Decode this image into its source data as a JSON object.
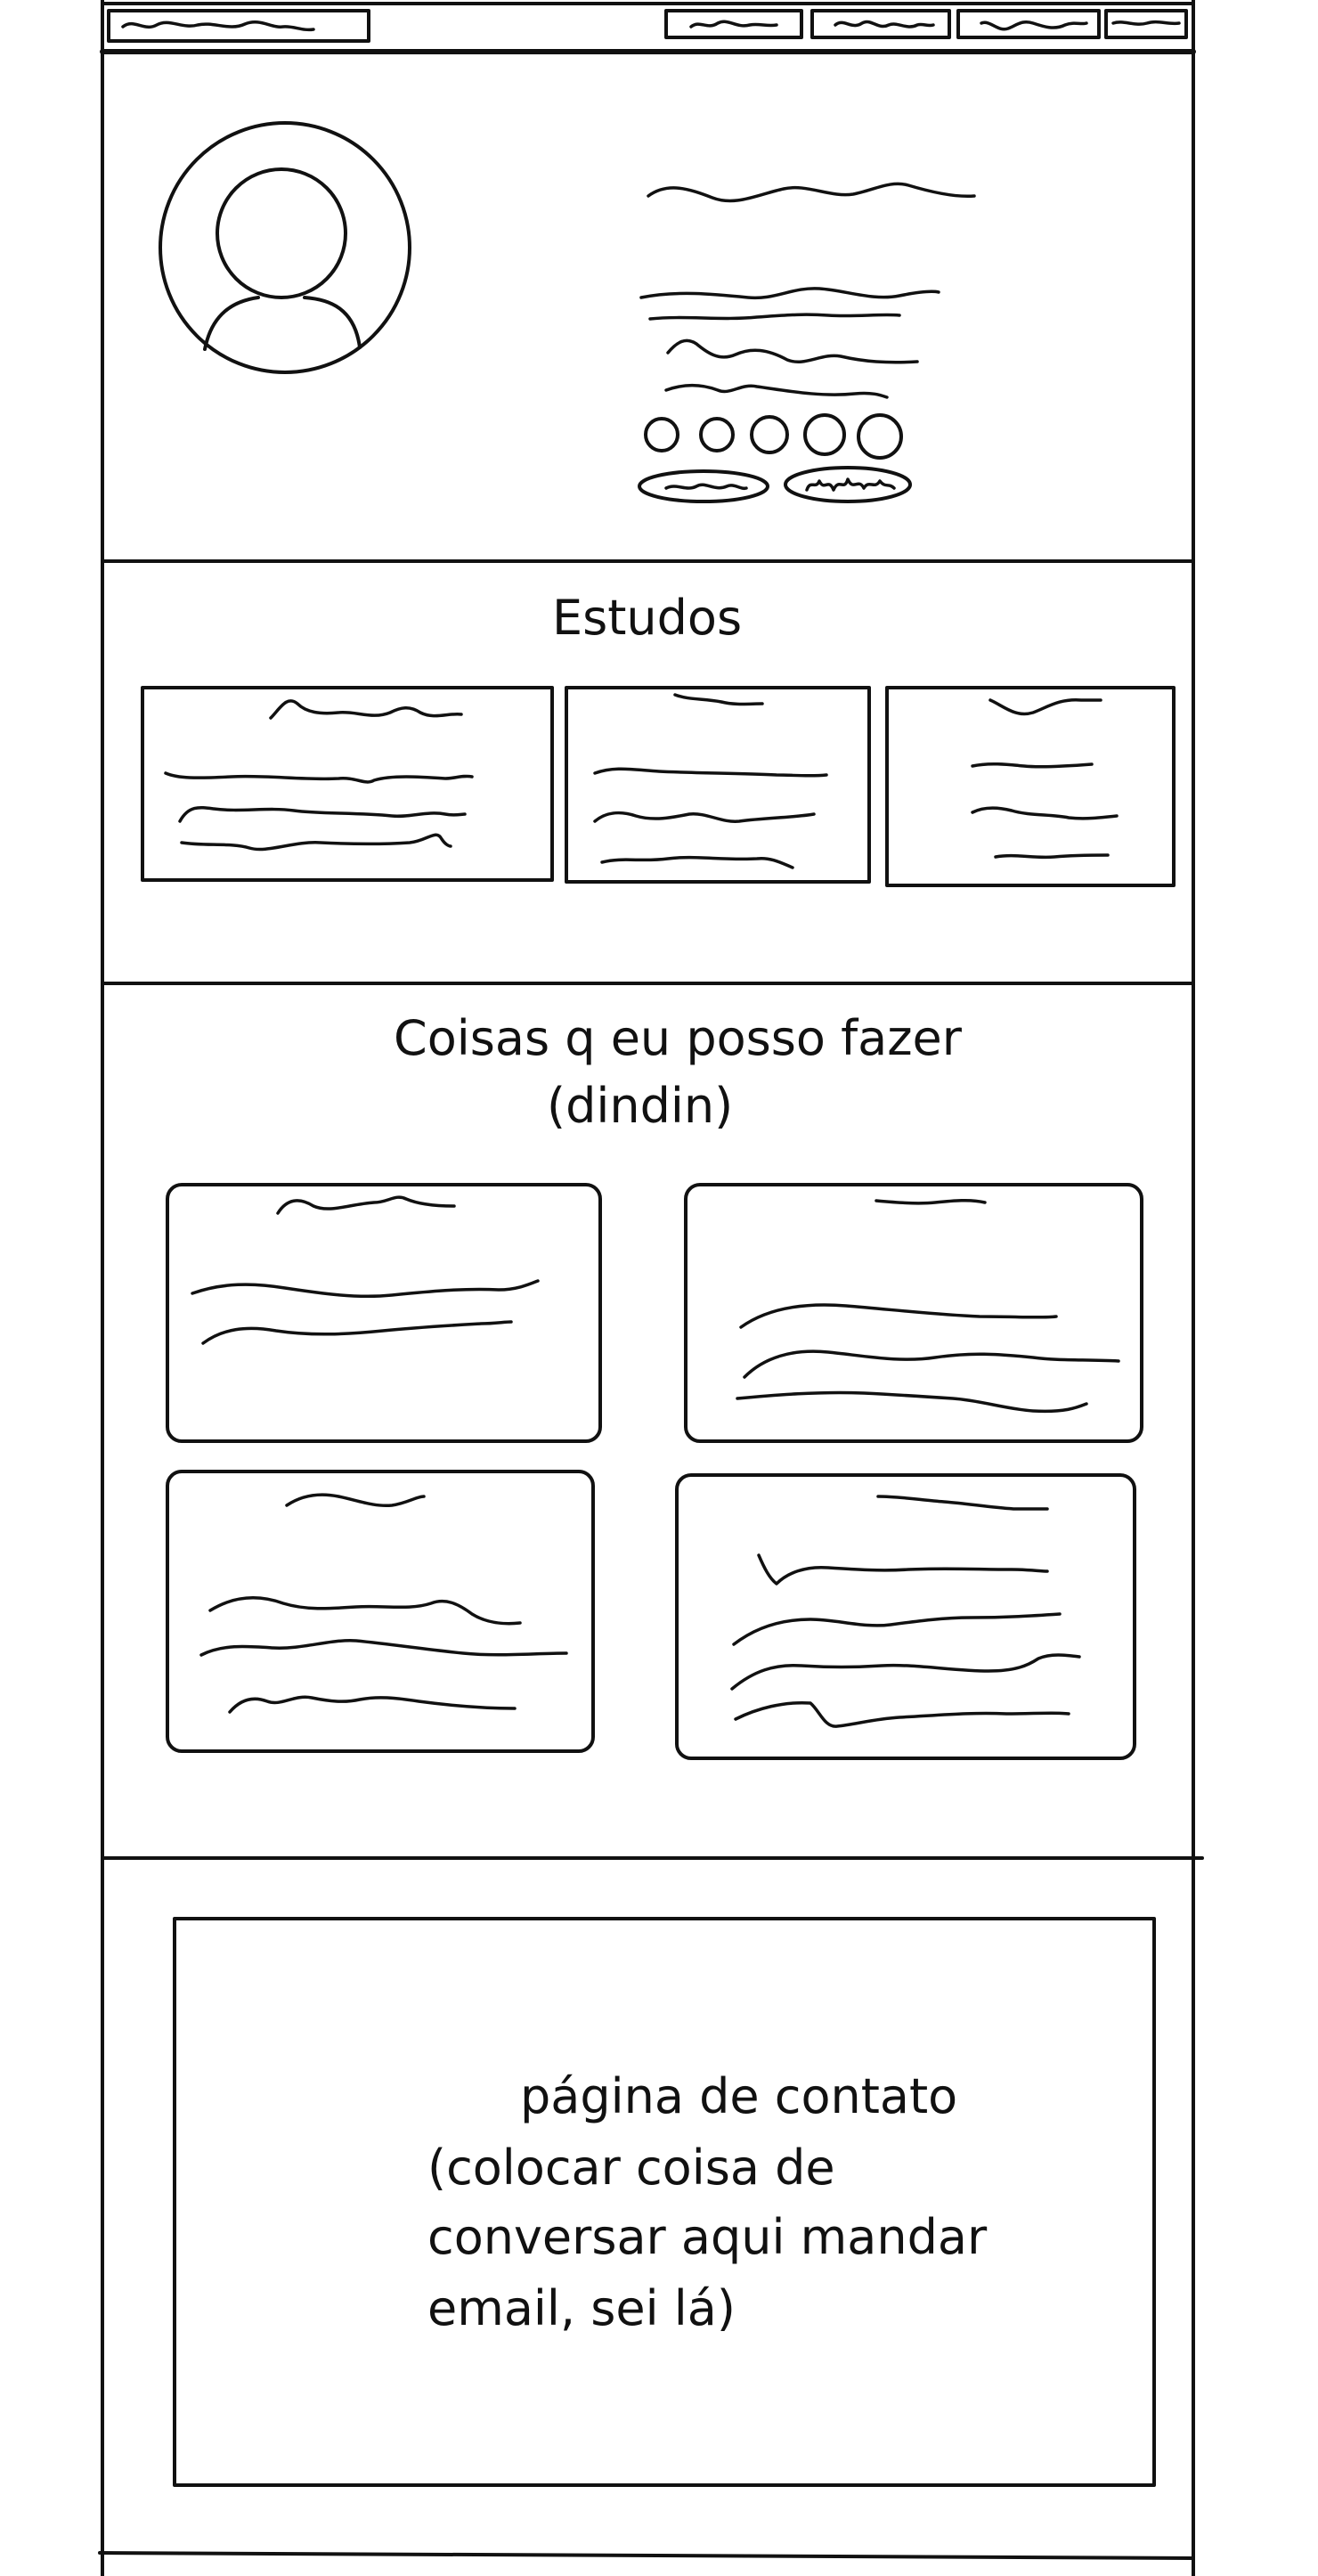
{
  "sections": {
    "studies": {
      "title": "Estudos"
    },
    "services": {
      "title_line1": "Coisas q eu posso fazer",
      "title_line2": "(dindin)"
    },
    "contact": {
      "line1": "página de contato",
      "line2": "(colocar coisa de",
      "line3": "conversar aqui mandar",
      "line4": "email, sei lá)"
    }
  },
  "colors": {
    "ink": "#111111",
    "paper": "#ffffff"
  },
  "icons": {
    "profile": "avatar-icon",
    "social": "circle-icon"
  }
}
